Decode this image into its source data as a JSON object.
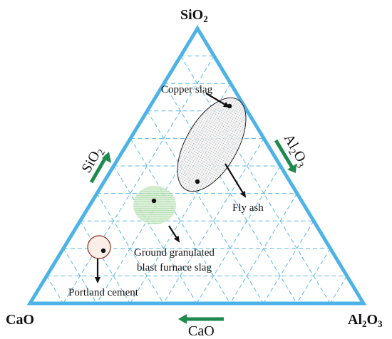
{
  "vertices": {
    "top": {
      "main": "SiO",
      "sub": "2"
    },
    "left": {
      "main": "CaO",
      "sub": ""
    },
    "right_al": "Al",
    "right_sub1": "2",
    "right_o": "O",
    "right_sub2": "3"
  },
  "axes": {
    "left": {
      "main": "SiO",
      "sub": "2"
    },
    "right": {
      "al": "Al",
      "sub1": "2",
      "o": "O",
      "sub2": "3"
    },
    "bottom": "CaO"
  },
  "regions": [
    {
      "name": "Copper slag",
      "label": "Copper slag"
    },
    {
      "name": "Fly ash",
      "label": "Fly ash"
    },
    {
      "name": "Ground granulated blast furnace slag",
      "label_line1": "Ground granulated",
      "label_line2": "blast furnace slag"
    },
    {
      "name": "Portland cement",
      "label": "Portland cement"
    }
  ],
  "colors": {
    "triangle": "#4db3e6",
    "grid": "#5ab8e8",
    "arrow_green": "#1e8a4e",
    "ggbfs_fill": "#c6e6c2",
    "portland_edge": "#8b2e1a"
  }
}
